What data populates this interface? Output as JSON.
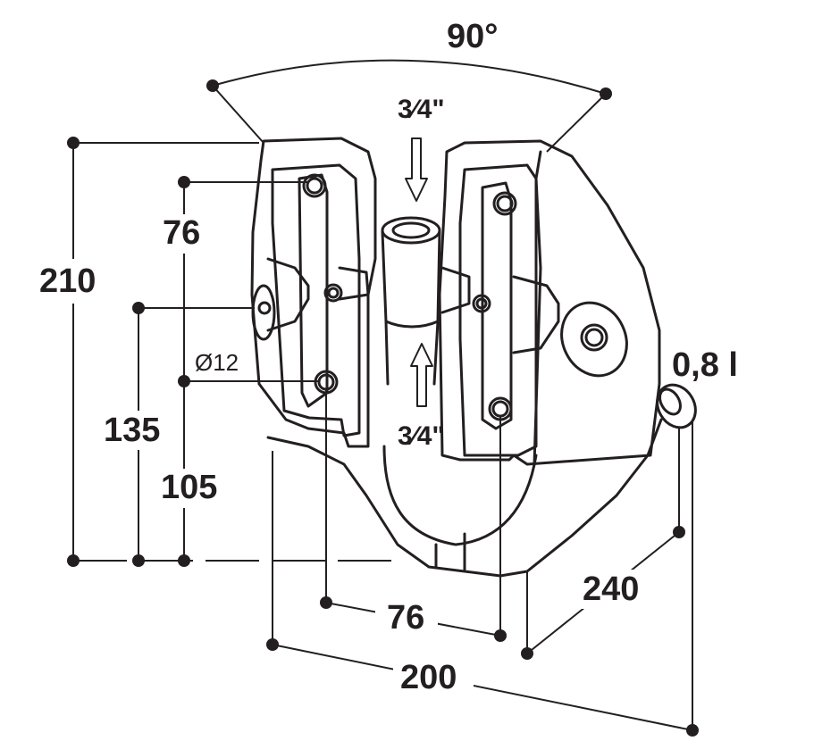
{
  "drawing": {
    "line_color": "#231f20",
    "background": "#ffffff"
  },
  "dimensions": {
    "angle": "90°",
    "thread_top": "3⁄4\"",
    "thread_bottom": "3⁄4\"",
    "volume": "0,8 l",
    "height_total": "210",
    "height_mid": "135",
    "hole_spacing_vertical": "76",
    "height_lower": "105",
    "hole_diameter": "Ø12",
    "hole_spacing_horizontal": "76",
    "width": "200",
    "depth": "240"
  }
}
